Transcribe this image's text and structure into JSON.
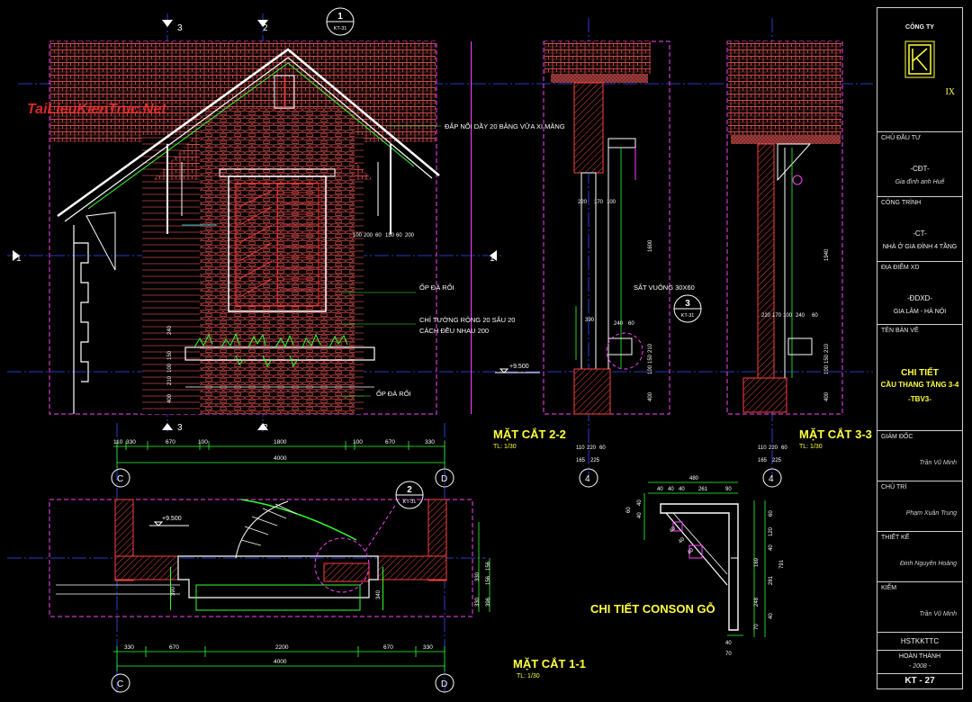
{
  "watermark": "TaiLieuKienTruc.Net",
  "notes": {
    "note_mortar": "ĐẮP NỔI DẦY 20 BẰNG VỮA XI MĂNG",
    "note_stone_1": "ỐP ĐÁ RỐI",
    "note_groove_1": "CHỈ TƯỜNG RỘNG 20 SÂU 20",
    "note_groove_2": "CÁCH ĐỀU NHAU 200",
    "note_stone_2": "ỐP ĐÁ RỐI",
    "note_steel": "SẮT VUÔNG 30X60",
    "level_1": "+9.500",
    "level_2": "+9.500"
  },
  "titles": {
    "section_22": "MẶT CẮT 2-2",
    "section_22_scale": "TL: 1/30",
    "section_33": "MẶT CẮT 3-3",
    "section_33_scale": "TL: 1/30",
    "section_11": "MẶT CẮT 1-1",
    "section_11_scale": "TL: 1/30",
    "console": "CHI TIẾT CONSON GỖ"
  },
  "grid": {
    "c": "C",
    "d": "D",
    "n1": "1",
    "n2": "2",
    "n3": "3",
    "n4": "4"
  },
  "callouts": {
    "c1_num": "1",
    "c1_ref": "KT-31",
    "c2_num": "2",
    "c2_ref": "KT-31",
    "c3_num": "3",
    "c3_ref": "KT-31"
  },
  "dims": {
    "elev_bottom": [
      "110",
      "330",
      "670",
      "100",
      "1800",
      "100",
      "670",
      "330"
    ],
    "elev_total": "4000",
    "plan_bottom": [
      "330",
      "670",
      "2200",
      "670",
      "330"
    ],
    "plan_total": "4000",
    "sec22_bottom": [
      "110",
      "220",
      "60",
      "165",
      "225"
    ],
    "sec22_top": [
      "220",
      "170",
      "100"
    ],
    "sec22_mid": [
      "240",
      "60"
    ],
    "sec22_vert": [
      "1600",
      "150",
      "100",
      "210",
      "400"
    ],
    "sec22_small": "390",
    "sec33_bottom": [
      "110",
      "220",
      "60",
      "165",
      "225"
    ],
    "sec33_mid": [
      "220",
      "170",
      "100",
      "240",
      "60"
    ],
    "sec33_vert": [
      "1940",
      "150",
      "100",
      "210",
      "400"
    ],
    "window_top": [
      "100",
      "200",
      "60",
      "150",
      "60",
      "200"
    ],
    "elev_left_vert": [
      "240",
      "150",
      "100",
      "210",
      "400"
    ],
    "plan_right": [
      "330",
      "156",
      "156",
      "396",
      "330"
    ],
    "plan_inner": [
      "390",
      "340"
    ],
    "console_top": [
      "480",
      "40",
      "40",
      "40",
      "261",
      "90"
    ],
    "console_right": [
      "60",
      "120",
      "40",
      "169",
      "281",
      "248",
      "40",
      "70",
      "791"
    ],
    "console_left": [
      "40",
      "40",
      "40",
      "40",
      "40",
      "60"
    ],
    "console_bottom": [
      "40",
      "70"
    ]
  },
  "title_block": {
    "company_label": "CÔNG TY",
    "company_code": "IX",
    "owner_label": "CHỦ ĐẦU TƯ",
    "owner_code": "-CĐT-",
    "owner_name": "Gia đình anh Huế",
    "project_label": "CÔNG TRÌNH",
    "project_code": "-CT-",
    "project_name": "NHÀ Ở GIA ĐÌNH 4 TẦNG",
    "location_label": "ĐỊA ĐIỂM XD",
    "location_code": "-ĐDXD-",
    "location_name": "GIA LÂM - HÀ NỘI",
    "drawing_label": "TÊN BẢN VẼ",
    "drawing_line1": "CHI TIẾT",
    "drawing_line2": "CẦU THANG TẦNG 3-4",
    "drawing_code": "-TBV3-",
    "director_label": "GIÁM ĐỐC",
    "director_name": "Trần Vũ Minh",
    "lead_label": "CHỦ TRÌ",
    "lead_name": "Phạm Xuân Trung",
    "design_label": "THIẾT KẾ",
    "design_name": "Đinh Nguyên Hoàng",
    "check_label": "KIỂM",
    "check_name": "Trần Vũ Minh",
    "file_code": "HSTKKTTC",
    "status_label": "HOÀN THÀNH",
    "status_year": "- 2008 -",
    "sheet_number": "KT - 27"
  },
  "colors": {
    "background": "#000000",
    "magenta": "#ff40ff",
    "red": "#ff3030",
    "yellow": "#ffff40",
    "green": "#30ff30",
    "cyan": "#30ffff",
    "blue": "#3050ff",
    "white": "#ffffff",
    "brick": "#b04040"
  }
}
